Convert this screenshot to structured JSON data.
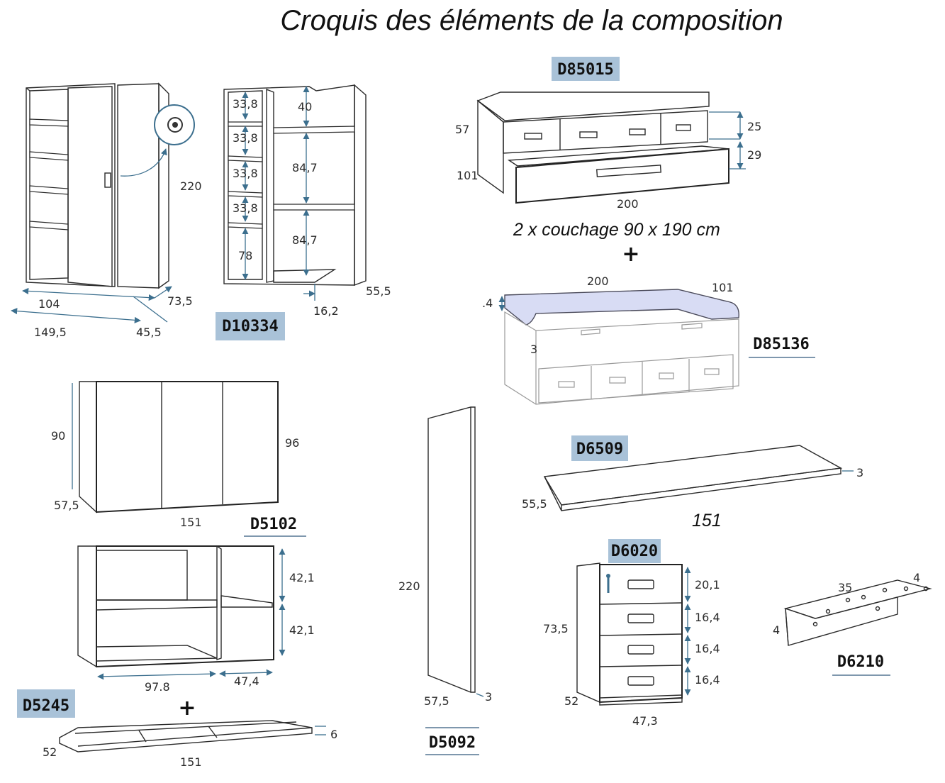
{
  "title": "Croquis des éléments de la composition",
  "colors": {
    "codebox": "#a9c2d8",
    "dimension": "#3c6f8e",
    "accent_blue": "#d8dcf4"
  },
  "codes": {
    "d85015": "D85015",
    "d10334": "D10334",
    "d85136": "D85136",
    "d6509": "D6509",
    "d5102": "D5102",
    "d6020": "D6020",
    "d5245": "D5245",
    "d5092": "D5092",
    "d6210": "D6210"
  },
  "notes": {
    "couchage": "2 x couchage 90 x 190 cm",
    "plus": "+"
  },
  "dims": {
    "wardrobe": {
      "height": "220",
      "width_front": "104",
      "width_total": "149,5",
      "depth": "73,5",
      "depth_corner": "45,5"
    },
    "wardrobe_interior": {
      "shelves": [
        "33,8",
        "33,8",
        "33,8",
        "33,8"
      ],
      "bottom": "78",
      "top": "40",
      "mid1": "84,7",
      "mid2": "84,7",
      "depth": "55,5",
      "base": "16,2"
    },
    "bed": {
      "height": "57",
      "depth": "101",
      "top_part": "25",
      "bottom_part": "29",
      "length": "200"
    },
    "bed_top": {
      "length": "200",
      "depth": "101",
      "edge": ".4",
      "side": "3"
    },
    "tabletop": {
      "depth": "55,5",
      "thickness": "3",
      "length": "151"
    },
    "wall_unit": {
      "height": "90",
      "depth": "57,5",
      "height_total": "96",
      "width": "151"
    },
    "open_unit": {
      "h1": "42,1",
      "h2": "42,1",
      "w1": "97.8",
      "w2": "47,4"
    },
    "panel": {
      "height": "220",
      "depth": "57,5",
      "thickness": "3"
    },
    "chest": {
      "height": "73,5",
      "depth": "52",
      "width": "47,3",
      "drawer1": "20,1",
      "drawer2": "16,4",
      "drawer3": "16,4",
      "drawer4": "16,4"
    },
    "bracket": {
      "length": "35",
      "width": "4",
      "height": "4"
    },
    "plinth": {
      "depth": "52",
      "height": "6",
      "length": "151"
    }
  }
}
